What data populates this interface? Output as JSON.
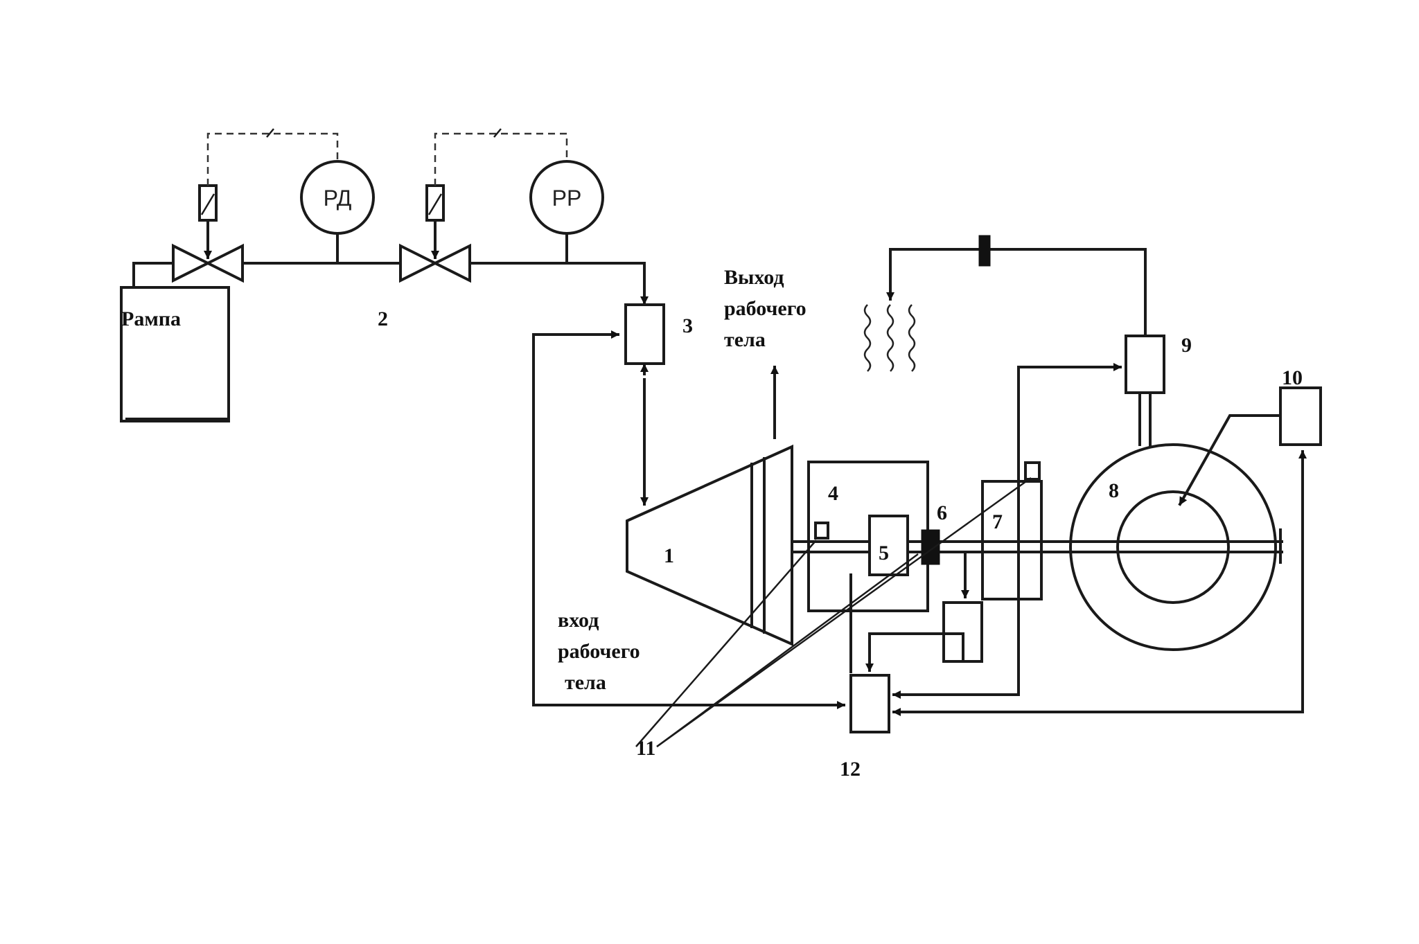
{
  "labels": {
    "ramp": "Рампа",
    "gauge_rd": "РД",
    "gauge_rr": "РР",
    "n1": "1",
    "n2": "2",
    "n3": "3",
    "n4": "4",
    "n5": "5",
    "n6": "6",
    "n7": "7",
    "n8": "8",
    "n9": "9",
    "n10": "10",
    "n11": "11",
    "n12": "12"
  },
  "exit_caption": [
    "Выход",
    "рабочего",
    "тела"
  ],
  "inlet_caption": [
    "вход",
    "рабочего",
    "тела"
  ]
}
